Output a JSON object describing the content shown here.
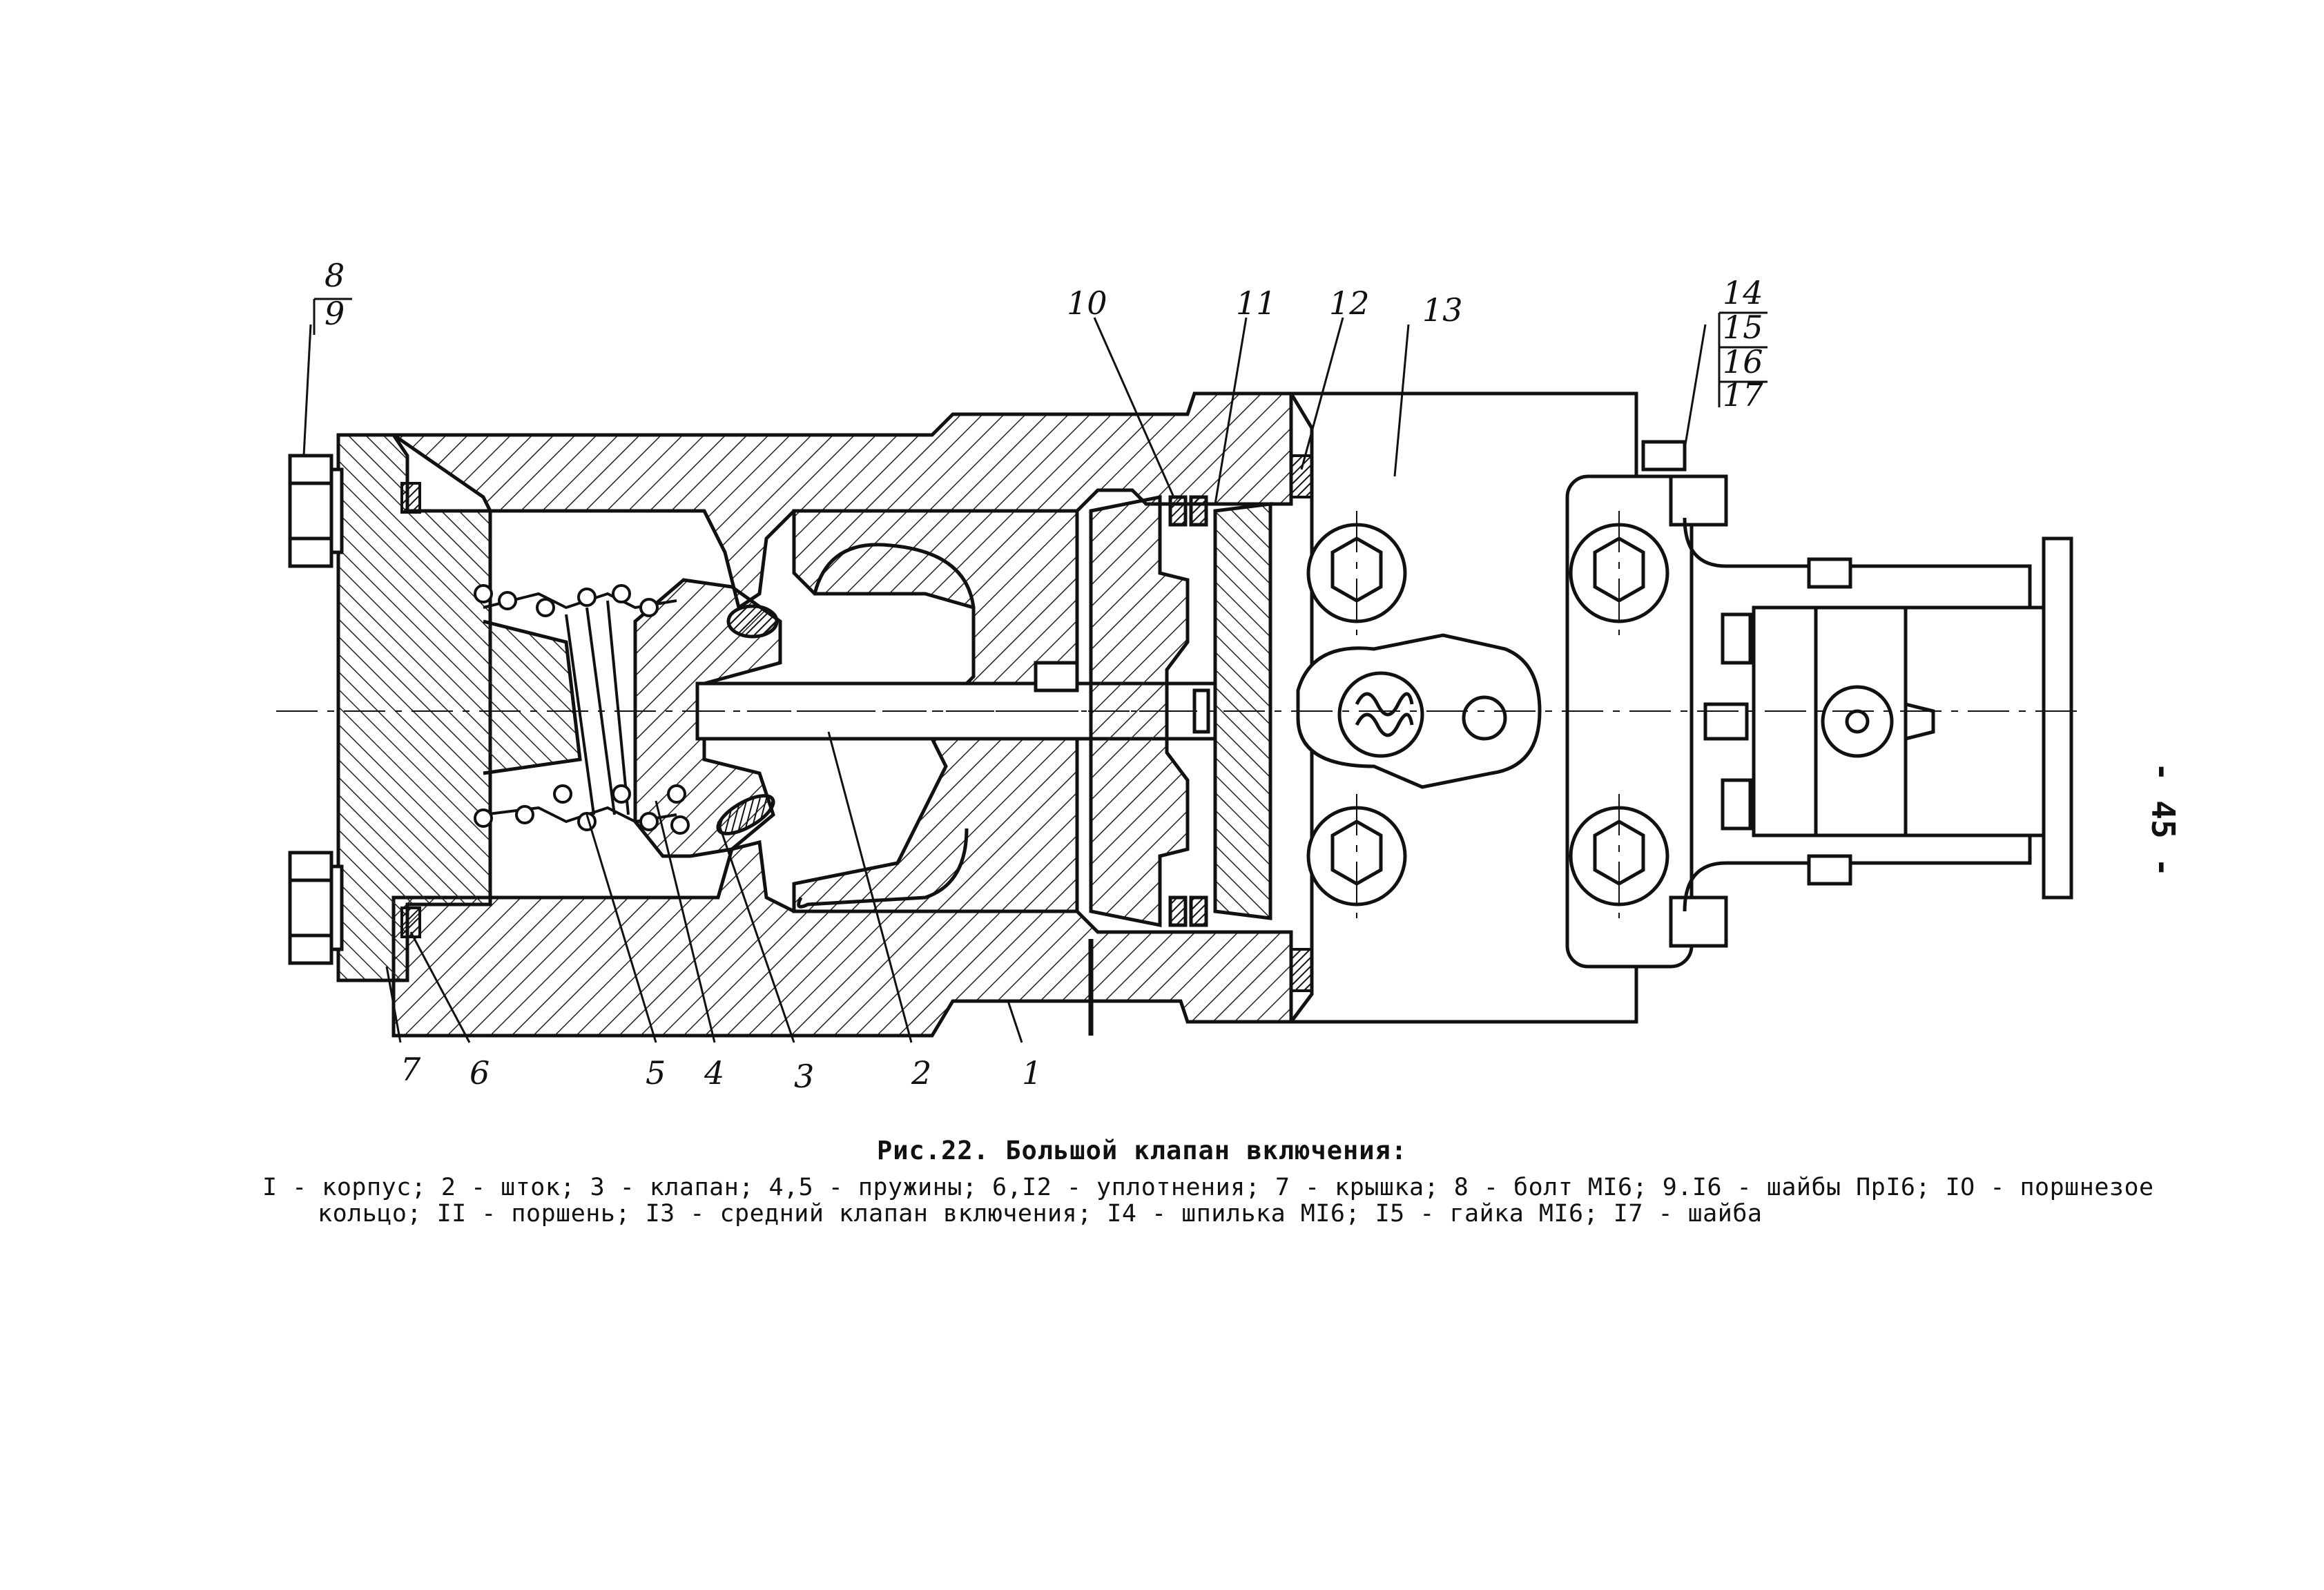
{
  "figure": {
    "callouts": [
      "1",
      "2",
      "3",
      "4",
      "5",
      "6",
      "7",
      "8",
      "9",
      "10",
      "11",
      "12",
      "13",
      "14",
      "15",
      "16",
      "17"
    ],
    "caption_title": "Рис.22. Большой клапан включения:",
    "caption_line_1": "I - корпус; 2 - шток; 3 - клапан; 4,5 - пружины; 6,I2 - уплотнения; 7 - крышка; 8 - болт МI6; 9.I6 - шайбы ПрI6; IO - поршнезое",
    "caption_line_2": "кольцо; II - поршень; I3 - средний клапан включения; I4 - шпилька МI6; I5 - гайка МI6; I7 - шайба"
  },
  "page_number": "- 45 -"
}
